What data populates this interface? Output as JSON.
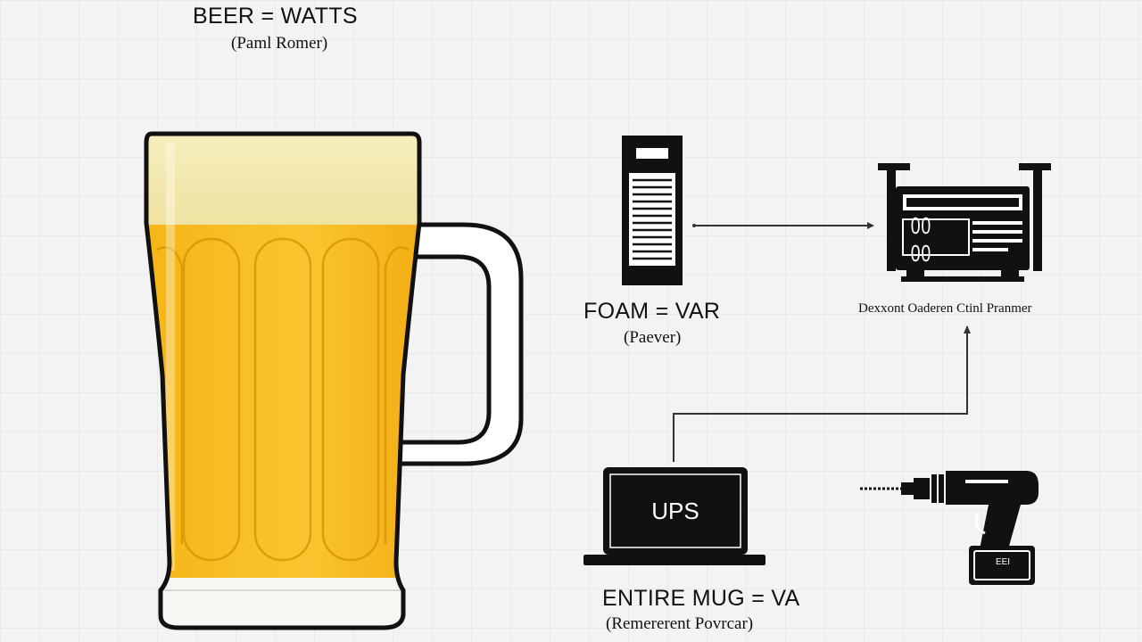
{
  "beer": {
    "title": "BEER = WATTS",
    "subtitle": "(Paml Romer)"
  },
  "foam": {
    "title": "FOAM = VAR",
    "subtitle": "(Paever)"
  },
  "mug": {
    "title": "ENTIRE MUG = VA",
    "subtitle": "(Remererent Povrcar)"
  },
  "generator": {
    "caption": "Dexxont Oaderen Ctinl Pranmer",
    "readout": "00 00"
  },
  "ups": {
    "label": "UPS"
  },
  "drill": {
    "badge": "EEI"
  },
  "colors": {
    "beer": "#f7b81c",
    "beer_light": "#fcd256",
    "foam": "#f7f0c3",
    "outline": "#111111",
    "background": "#f3f3f3"
  },
  "icons": [
    "beer-mug-icon",
    "server-tower-icon",
    "generator-icon",
    "laptop-icon",
    "cordless-drill-icon"
  ]
}
